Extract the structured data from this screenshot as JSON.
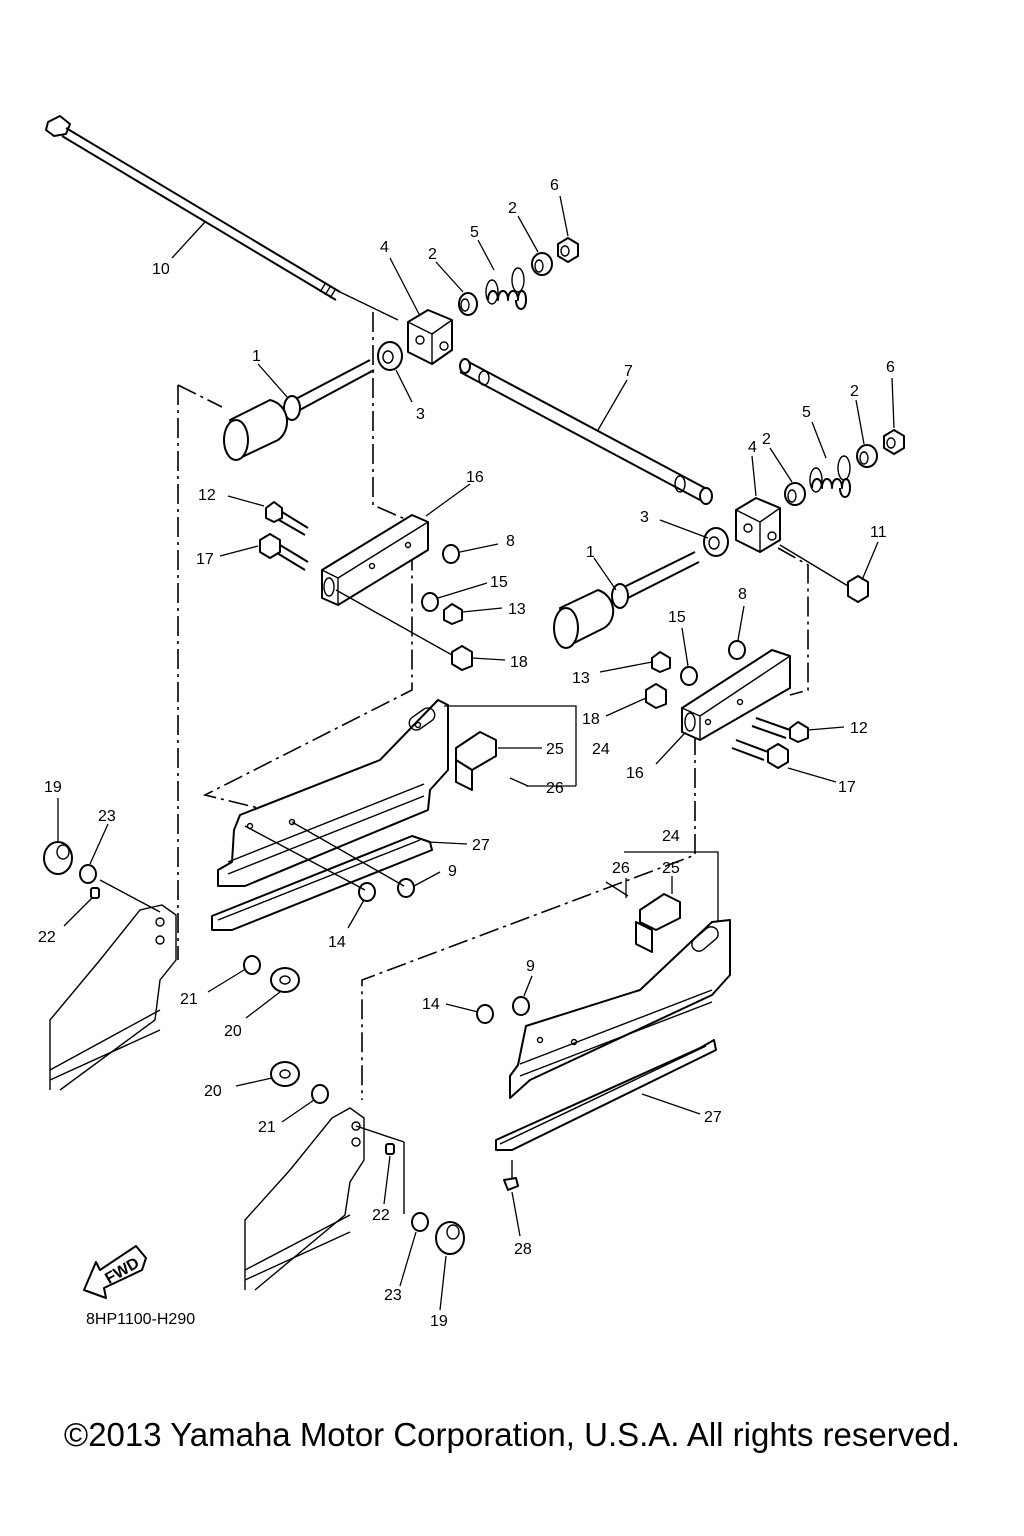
{
  "diagram": {
    "callouts": [
      "1",
      "2",
      "3",
      "4",
      "5",
      "6",
      "7",
      "8",
      "9",
      "10",
      "11",
      "12",
      "13",
      "14",
      "15",
      "16",
      "17",
      "18",
      "19",
      "20",
      "21",
      "22",
      "23",
      "24",
      "25",
      "26",
      "27",
      "28"
    ],
    "fwd_label": "FWD",
    "drawing_code": "8HP1100-H290"
  },
  "footer": {
    "copyright": "©2013 Yamaha Motor Corporation, U.S.A. All rights reserved."
  }
}
